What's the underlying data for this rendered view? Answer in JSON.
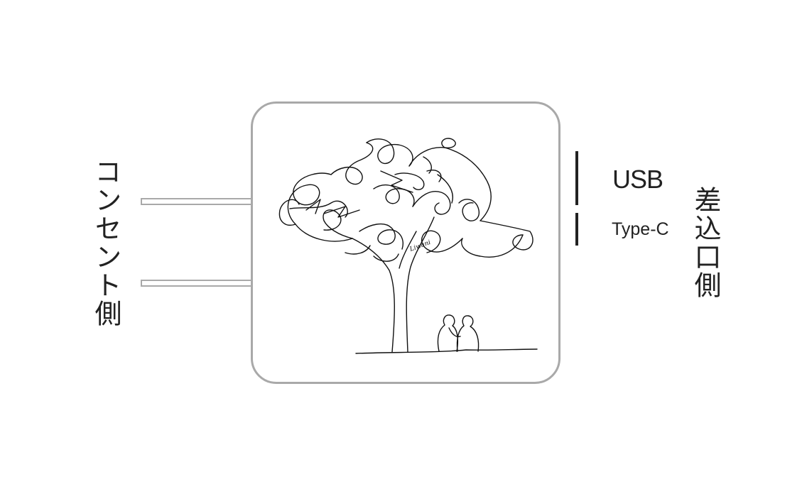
{
  "labels": {
    "outlet_side": "コンセント側",
    "port_side": "差込口側",
    "usb": "USB",
    "typec": "Type-C"
  },
  "art": {
    "signature": "Liwani",
    "icons": [
      "tree-illustration-icon",
      "couple-figures-icon"
    ]
  },
  "colors": {
    "outline": "#a9a9a9",
    "ink": "#222222"
  }
}
